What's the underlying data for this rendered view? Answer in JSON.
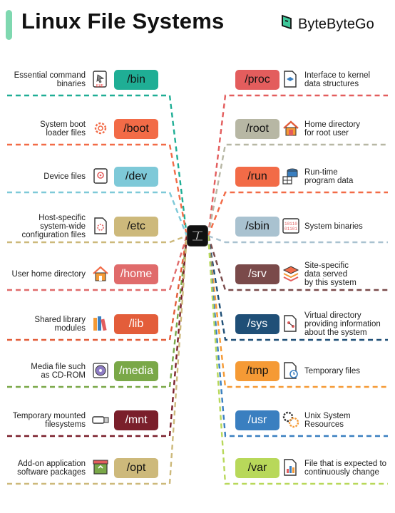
{
  "header": {
    "title": "Linux File Systems",
    "brand": "ByteByteGo"
  },
  "hub": {
    "label": "/"
  },
  "left": [
    {
      "dir": "/bin",
      "desc": [
        "Essential command",
        "binaries"
      ],
      "color": "#1fae95",
      "icon": "executable-icon"
    },
    {
      "dir": "/boot",
      "desc": [
        "System boot",
        "loader files"
      ],
      "color": "#f26b47",
      "icon": "gear-icon"
    },
    {
      "dir": "/dev",
      "desc": [
        "Device files"
      ],
      "color": "#7ec9d8",
      "icon": "device-icon"
    },
    {
      "dir": "/etc",
      "desc": [
        "Host-specific",
        "system-wide",
        "configuration files"
      ],
      "color": "#cdb97b",
      "icon": "config-file-icon"
    },
    {
      "dir": "/home",
      "desc": [
        "User home directory"
      ],
      "color": "#e06b6b",
      "icon": "house-icon"
    },
    {
      "dir": "/lib",
      "desc": [
        "Shared library",
        "modules"
      ],
      "color": "#e35d3a",
      "icon": "books-icon"
    },
    {
      "dir": "/media",
      "desc": [
        "Media file such",
        "as CD-ROM"
      ],
      "color": "#7aa848",
      "icon": "cd-icon"
    },
    {
      "dir": "/mnt",
      "desc": [
        "Temporary mounted",
        "filesystems"
      ],
      "color": "#7a1f2b",
      "icon": "usb-drive-icon"
    },
    {
      "dir": "/opt",
      "desc": [
        "Add-on application",
        "software packages"
      ],
      "color": "#cdb97b",
      "icon": "package-icon"
    }
  ],
  "right": [
    {
      "dir": "/proc",
      "desc": [
        "Interface to kernel",
        "data structures"
      ],
      "color": "#e35d5d",
      "icon": "kernel-file-icon"
    },
    {
      "dir": "/root",
      "desc": [
        "Home directory",
        "for root user"
      ],
      "color": "#b7b7a4",
      "icon": "root-house-icon"
    },
    {
      "dir": "/run",
      "desc": [
        "Run-time",
        "program data"
      ],
      "color": "#f26b47",
      "icon": "database-icon"
    },
    {
      "dir": "/sbin",
      "desc": [
        "System binaries"
      ],
      "color": "#a9c2d0",
      "icon": "binary-icon"
    },
    {
      "dir": "/srv",
      "desc": [
        "Site-specific",
        "data served",
        "by this system"
      ],
      "color": "#7a4a4a",
      "icon": "layers-icon"
    },
    {
      "dir": "/sys",
      "desc": [
        "Virtual directory",
        "providing information",
        "about the system"
      ],
      "color": "#1f4f77",
      "icon": "network-file-icon"
    },
    {
      "dir": "/tmp",
      "desc": [
        "Temporary files"
      ],
      "color": "#f59a35",
      "icon": "clock-file-icon"
    },
    {
      "dir": "/usr",
      "desc": [
        "Unix System",
        "Resources"
      ],
      "color": "#3a7fc0",
      "icon": "gears-icon"
    },
    {
      "dir": "/var",
      "desc": [
        "File that is expected to",
        "continuously change"
      ],
      "color": "#b8d85a",
      "icon": "chart-file-icon"
    }
  ]
}
